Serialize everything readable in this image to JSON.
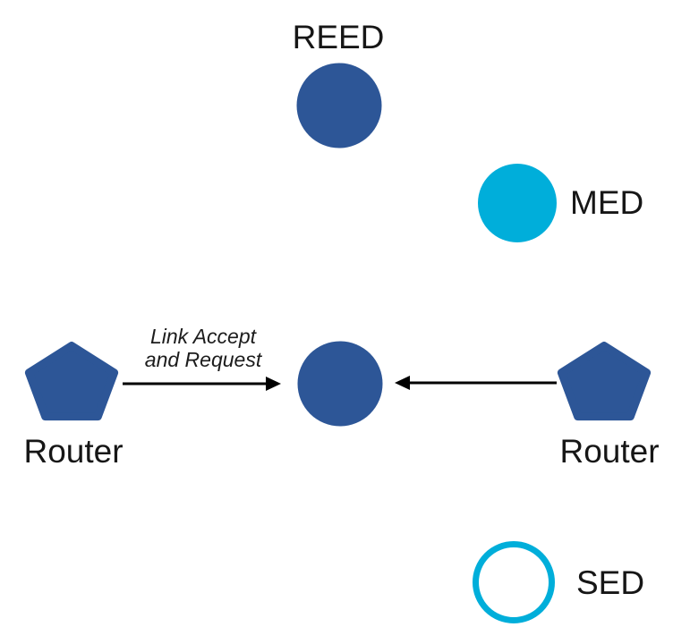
{
  "diagram": {
    "nodes": {
      "reed": {
        "label": "REED",
        "shape": "filled-circle"
      },
      "med": {
        "label": "MED",
        "shape": "filled-circle"
      },
      "center": {
        "label": "",
        "shape": "filled-circle"
      },
      "router_left": {
        "label": "Router",
        "shape": "pentagon"
      },
      "router_right": {
        "label": "Router",
        "shape": "pentagon"
      },
      "sed": {
        "label": "SED",
        "shape": "outlined-circle"
      }
    },
    "edges": [
      {
        "from": "router_left",
        "to": "center",
        "direction": "right",
        "label_line1": "Link Accept",
        "label_line2": "and Request"
      },
      {
        "from": "router_right",
        "to": "center",
        "direction": "left",
        "label_line1": "",
        "label_line2": ""
      }
    ],
    "colors": {
      "node_blue": "#2d5697",
      "accent_cyan": "#00aeda",
      "arrow_black": "#000000",
      "background": "#ffffff"
    }
  }
}
